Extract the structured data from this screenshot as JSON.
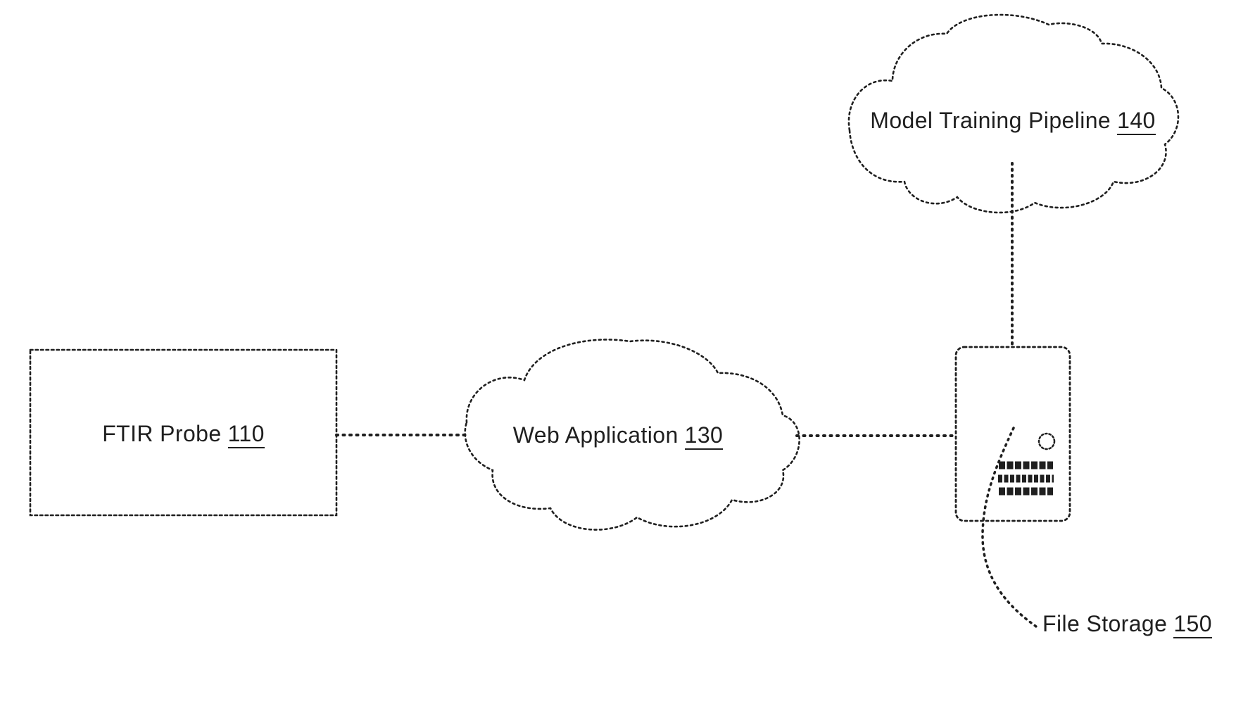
{
  "figure": {
    "background_color": "#ffffff",
    "stroke_color": "#1f1f1f",
    "text_color": "#1f1f1f",
    "style": "patent-line-drawing, dotted strokes"
  },
  "nodes": {
    "ftir_probe": {
      "label": "FTIR Probe",
      "ref": "110",
      "shape": "dashed-rectangle"
    },
    "web_application": {
      "label": "Web Application",
      "ref": "130",
      "shape": "cloud"
    },
    "model_training_pipeline": {
      "label": "Model Training Pipeline",
      "ref": "140",
      "shape": "cloud"
    },
    "file_storage": {
      "label": "File Storage",
      "ref": "150",
      "shape": "server-box"
    }
  },
  "icons": {
    "server": {
      "name": "server-icon",
      "parts": [
        "led-circle-icon",
        "vent-bars-icon"
      ]
    }
  },
  "edges": [
    {
      "from": "ftir_probe",
      "to": "web_application",
      "style": "dotted-line"
    },
    {
      "from": "web_application",
      "to": "file_storage",
      "style": "dotted-line"
    },
    {
      "from": "model_training_pipeline",
      "to": "file_storage",
      "style": "dotted-vertical-line"
    },
    {
      "from": "file_storage",
      "to": "file_storage_label",
      "style": "curved-leader-line"
    }
  ]
}
